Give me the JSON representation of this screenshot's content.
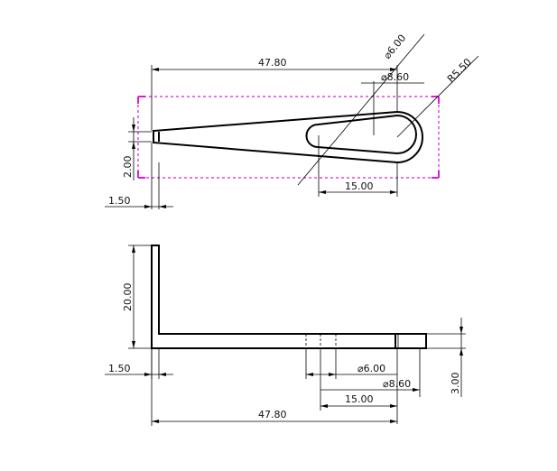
{
  "top_view": {
    "dims": {
      "overall_length": "47.80",
      "hole_dia": "6.00",
      "outer_dia": "8.60",
      "end_radius": "5.50",
      "hole_offset": "15.00",
      "tip_width": "2.00",
      "offset": "1.50"
    },
    "symbols": {
      "diameter": "⌀",
      "radius_prefix": "R"
    }
  },
  "front_view": {
    "dims": {
      "height": "20.00",
      "offset": "1.50",
      "hole_dia": "6.00",
      "outer_dia": "8.60",
      "hole_offset": "15.00",
      "thickness": "3.00",
      "overall_length": "47.80"
    }
  },
  "colors": {
    "line": "#000000",
    "selection_box": "#e01ad6",
    "background": "#ffffff"
  }
}
